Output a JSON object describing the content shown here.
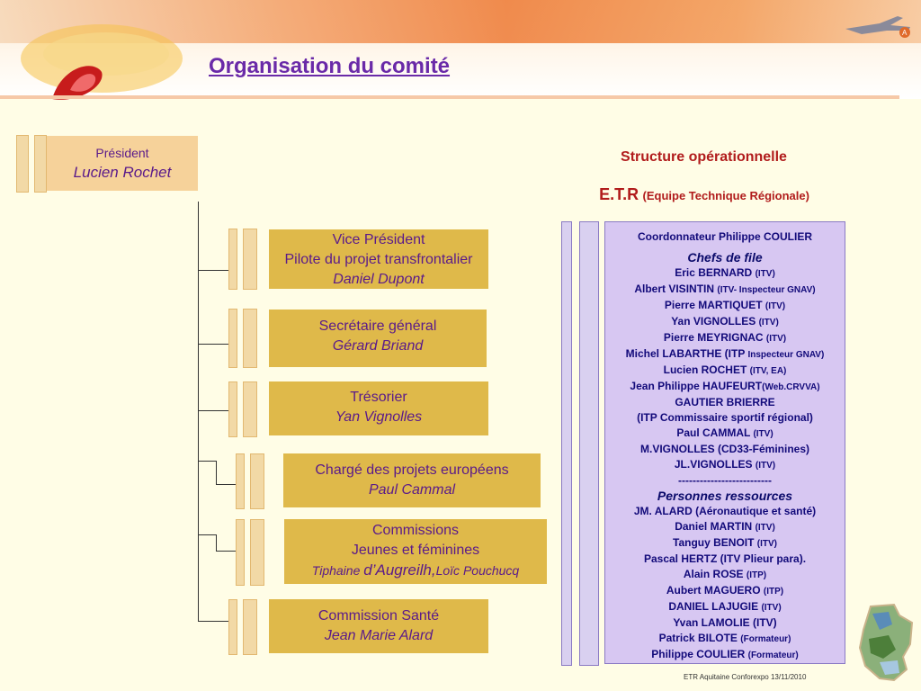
{
  "header": {
    "title": "Organisation du comité"
  },
  "president": {
    "role": "Président",
    "name": "Lucien Rochet"
  },
  "boxes": [
    {
      "l1": "Vice Président",
      "l2": "Pilote du projet transfrontalier",
      "name": "Daniel Dupont"
    },
    {
      "l1": "Secrétaire général",
      "name": "Gérard Briand"
    },
    {
      "l1": "Trésorier",
      "name": "Yan Vignolles"
    },
    {
      "l1": "Chargé des projets européens",
      "name": "Paul Cammal"
    },
    {
      "l1": "Commissions",
      "l2": "Jeunes et féminines",
      "name_a": "Tiphaine ",
      "name_b": "d’Augreilh,",
      "name_c": "Loïc Pouchucq"
    },
    {
      "l1": "Commission Santé",
      "name": "Jean Marie Alard"
    }
  ],
  "structure": {
    "title": "Structure opérationnelle",
    "etr": "E.T.R",
    "etr_sub": "(Equipe Technique Régionale)"
  },
  "etr_box": {
    "coordinator": "Coordonnateur Philippe COULIER",
    "chefs_title": "Chefs de file",
    "chefs": [
      [
        "Eric BERNARD ",
        "(ITV)"
      ],
      [
        "Albert VISINTIN ",
        "(ITV- Inspecteur  GNAV)"
      ],
      [
        "Pierre MARTIQUET ",
        "(ITV)"
      ],
      [
        "Yan VIGNOLLES ",
        "(ITV)"
      ],
      [
        "Pierre MEYRIGNAC ",
        "(ITV)"
      ],
      [
        "Michel LABARTHE (ITP ",
        "Inspecteur  GNAV)"
      ],
      [
        "Lucien ROCHET ",
        "(ITV, EA)"
      ],
      [
        "Jean Philippe HAUFEURT",
        "(Web.CRVVA)"
      ],
      [
        "GAUTIER BRIERRE",
        ""
      ],
      [
        "(ITP Commissaire sportif régional)",
        ""
      ],
      [
        "Paul CAMMAL ",
        "(ITV)"
      ],
      [
        "M.VIGNOLLES (CD33-Féminines)",
        ""
      ],
      [
        "JL.VIGNOLLES ",
        "(ITV)"
      ],
      [
        "--------------------------",
        ""
      ]
    ],
    "resources_title": "Personnes ressources",
    "resources": [
      [
        "JM. ALARD (Aéronautique et santé)",
        ""
      ],
      [
        "Daniel MARTIN ",
        "(ITV)"
      ],
      [
        "Tanguy BENOIT ",
        "(ITV)"
      ],
      [
        "Pascal HERTZ (ITV Plieur para).",
        ""
      ],
      [
        "Alain ROSE ",
        "(ITP)"
      ],
      [
        "Aubert MAGUERO ",
        "(ITP)"
      ],
      [
        "DANIEL LAJUGIE ",
        "(ITV)"
      ],
      [
        "Yvan LAMOLIE (ITV)",
        ""
      ],
      [
        "Patrick BILOTE ",
        "(Formateur)"
      ],
      [
        "Philippe COULIER ",
        "(Formateur)"
      ]
    ]
  },
  "footer": "ETR Aquitaine Conforexpo 13/11/2010",
  "colors": {
    "title": "#6a2aa8",
    "box": "#dfb94a",
    "etr_box": "#d7c7f2",
    "etr_text": "#120a7a",
    "struct": "#b11c1c"
  }
}
